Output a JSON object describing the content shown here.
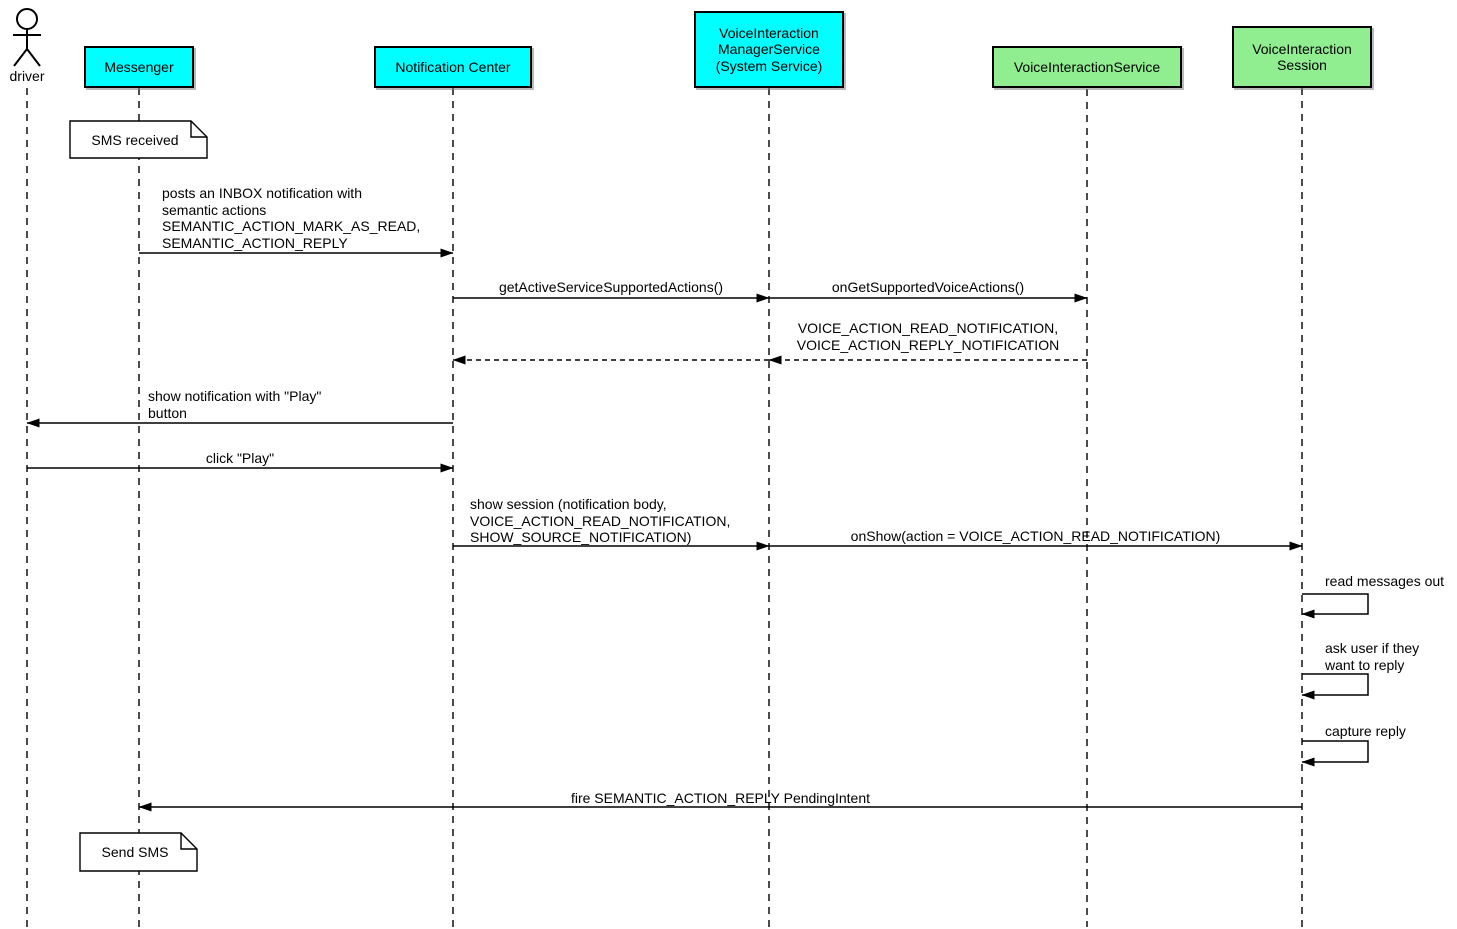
{
  "colors": {
    "system_box_fill": "#00ffff",
    "service_box_fill": "#90ee90",
    "note_fill": "#ffffff",
    "line": "#000000"
  },
  "actor": {
    "label": "driver"
  },
  "participants": {
    "messenger": {
      "label": "Messenger",
      "kind": "system"
    },
    "notification_center": {
      "label": "Notification Center",
      "kind": "system"
    },
    "voice_interaction_manager_service": {
      "label": [
        "VoiceInteraction",
        "ManagerService",
        "(System Service)"
      ],
      "kind": "system"
    },
    "voice_interaction_service": {
      "label": "VoiceInteractionService",
      "kind": "service"
    },
    "voice_interaction_session": {
      "label": [
        "VoiceInteraction",
        "Session"
      ],
      "kind": "service"
    }
  },
  "notes": {
    "sms_received": {
      "text": "SMS received",
      "anchor": "Messenger"
    },
    "send_sms": {
      "text": "Send SMS",
      "anchor": "Messenger"
    }
  },
  "messages": {
    "post_inbox_notification": {
      "label": [
        "posts an INBOX notification with",
        "semantic actions",
        "SEMANTIC_ACTION_MARK_AS_READ,",
        "SEMANTIC_ACTION_REPLY"
      ],
      "from": "Messenger",
      "to": "Notification Center",
      "style": "solid"
    },
    "get_active_service_supported_actions": {
      "label": "getActiveServiceSupportedActions()",
      "from": "Notification Center",
      "to": "VoiceInteraction ManagerService (System Service)",
      "style": "solid"
    },
    "on_get_supported_voice_actions": {
      "label": "onGetSupportedVoiceActions()",
      "from": "VoiceInteraction ManagerService (System Service)",
      "to": "VoiceInteractionService",
      "style": "solid"
    },
    "supported_actions_return": {
      "label": [
        "VOICE_ACTION_READ_NOTIFICATION,",
        "VOICE_ACTION_REPLY_NOTIFICATION"
      ],
      "from": "VoiceInteractionService",
      "to": "Notification Center",
      "style": "dashed"
    },
    "show_notification": {
      "label": [
        "show notification with \"Play\"",
        "button"
      ],
      "from": "Notification Center",
      "to": "driver",
      "style": "solid"
    },
    "click_play": {
      "label": "click \"Play\"",
      "from": "driver",
      "to": "Notification Center",
      "style": "solid"
    },
    "show_session": {
      "label": [
        "show session (notification body,",
        "VOICE_ACTION_READ_NOTIFICATION,",
        "SHOW_SOURCE_NOTIFICATION)"
      ],
      "from": "Notification Center",
      "to": "VoiceInteraction ManagerService (System Service)",
      "style": "solid"
    },
    "on_show": {
      "label": "onShow(action = VOICE_ACTION_READ_NOTIFICATION)",
      "from": "VoiceInteraction ManagerService (System Service)",
      "to": "VoiceInteraction Session",
      "style": "solid"
    },
    "read_messages_out": {
      "label": "read messages out",
      "from": "VoiceInteraction Session",
      "to": "VoiceInteraction Session",
      "style": "self"
    },
    "ask_user_reply": {
      "label": [
        "ask user if they",
        "want to reply"
      ],
      "from": "VoiceInteraction Session",
      "to": "VoiceInteraction Session",
      "style": "self"
    },
    "capture_reply": {
      "label": "capture reply",
      "from": "VoiceInteraction Session",
      "to": "VoiceInteraction Session",
      "style": "self"
    },
    "fire_pending_intent": {
      "label": "fire SEMANTIC_ACTION_REPLY PendingIntent",
      "from": "VoiceInteraction Session",
      "to": "Messenger",
      "style": "solid"
    }
  }
}
